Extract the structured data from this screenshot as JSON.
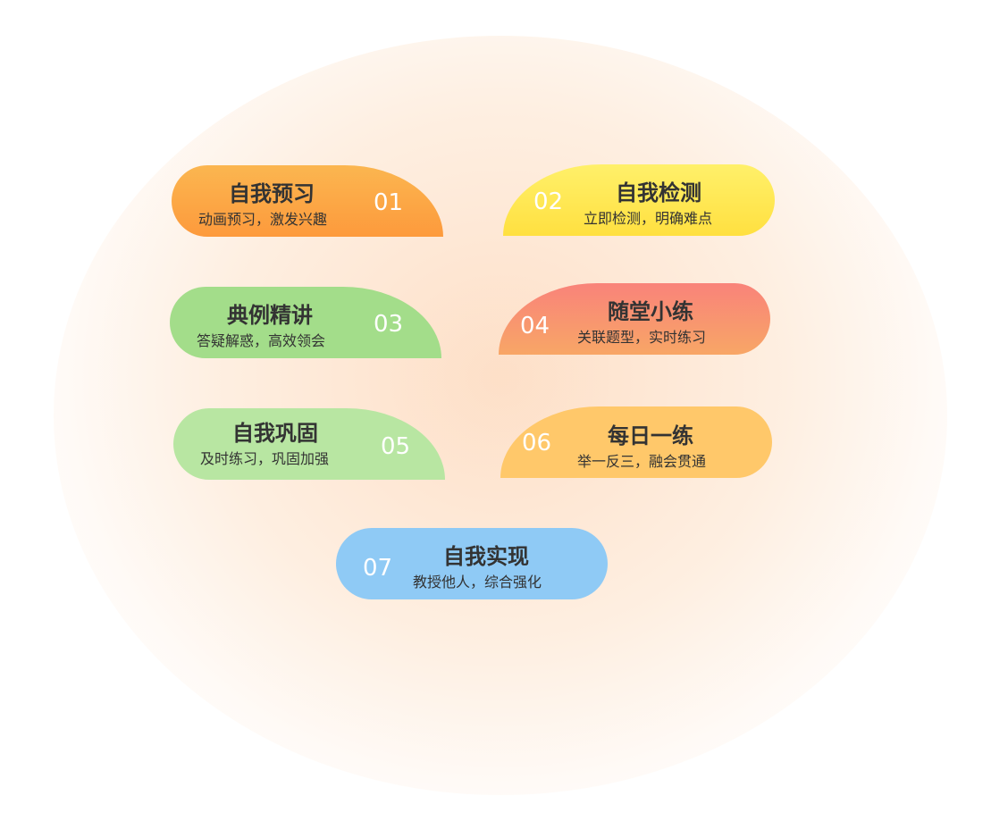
{
  "items": [
    {
      "num": "01",
      "title": "自我预习",
      "subtitle": "动画预习，激发兴趣",
      "color": "#fda646"
    },
    {
      "num": "02",
      "title": "自我检测",
      "subtitle": "立即检测，明确难点",
      "color": "#ffe858"
    },
    {
      "num": "03",
      "title": "典例精讲",
      "subtitle": "答疑解惑，高效领会",
      "color": "#a3dd8a"
    },
    {
      "num": "04",
      "title": "随堂小练",
      "subtitle": "关联题型，实时练习",
      "color": "#f9966f"
    },
    {
      "num": "05",
      "title": "自我巩固",
      "subtitle": "及时练习，巩固加强",
      "color": "#b8e6a2"
    },
    {
      "num": "06",
      "title": "每日一练",
      "subtitle": "举一反三，融会贯通",
      "color": "#ffc86a"
    },
    {
      "num": "07",
      "title": "自我实现",
      "subtitle": "教授他人，综合强化",
      "color": "#8fcaf5"
    }
  ]
}
